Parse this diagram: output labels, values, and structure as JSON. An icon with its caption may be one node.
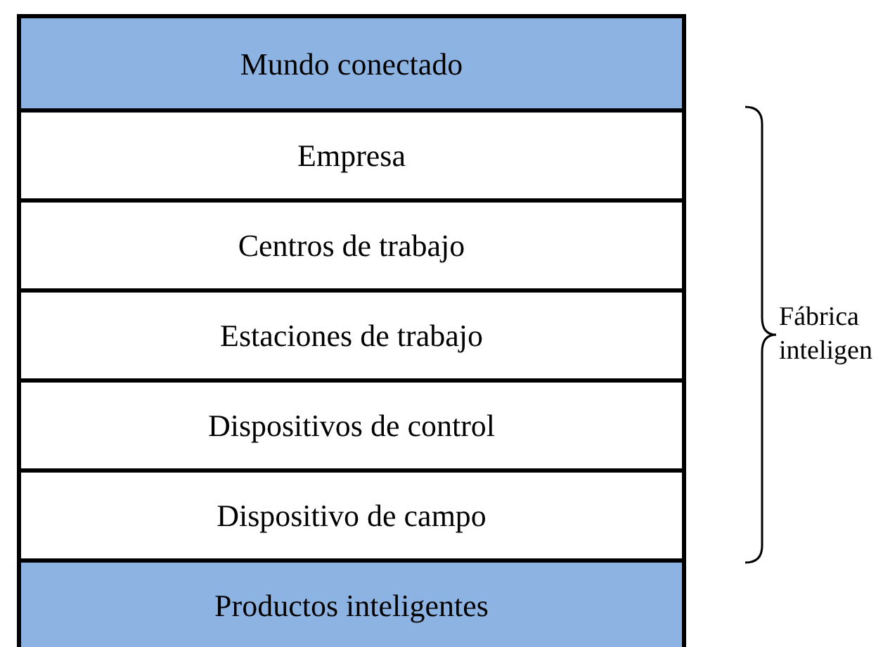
{
  "diagram": {
    "nodes": [
      {
        "text": [
          "Mundo conectado"
        ]
      },
      {
        "text": [
          "Empresa"
        ]
      },
      {
        "text": [
          "Centros de trabajo"
        ]
      },
      {
        "text": [
          "Estaciones de trabajo"
        ]
      },
      {
        "text": [
          "Dispositivos de control"
        ]
      },
      {
        "text": [
          "Dispositivo de campo"
        ]
      },
      {
        "text": [
          "Productos inteligentes"
        ]
      }
    ],
    "labels": [
      "Fábrica inteligen"
    ]
  }
}
